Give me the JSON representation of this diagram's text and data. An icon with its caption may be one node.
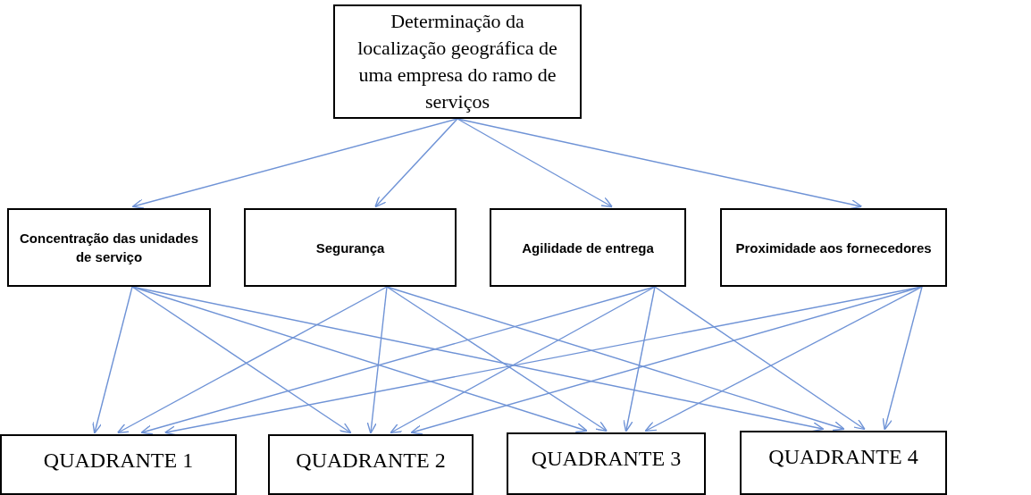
{
  "diagram": {
    "nodes": [
      {
        "text": [
          "Determinação da localização geográfica de uma empresa do ramo de serviços"
        ]
      },
      {
        "text": [
          "Concentração das unidades de serviço"
        ]
      },
      {
        "text": [
          "Segurança"
        ]
      },
      {
        "text": [
          "Agilidade de entrega"
        ]
      },
      {
        "text": [
          "Proximidade aos fornecedores"
        ]
      },
      {
        "text": [
          "QUADRANTE 1"
        ]
      },
      {
        "text": [
          "QUADRANTE 2"
        ]
      },
      {
        "text": [
          "QUADRANTE 3"
        ]
      },
      {
        "text": [
          "QUADRANTE 4"
        ]
      }
    ],
    "edges": [
      {
        "from": 0,
        "to": 1,
        "arrow": "to"
      },
      {
        "from": 0,
        "to": 2,
        "arrow": "to"
      },
      {
        "from": 0,
        "to": 3,
        "arrow": "to"
      },
      {
        "from": 0,
        "to": 4,
        "arrow": "to"
      },
      {
        "from": 1,
        "to": 5,
        "arrow": "to"
      },
      {
        "from": 1,
        "to": 6,
        "arrow": "to"
      },
      {
        "from": 1,
        "to": 7,
        "arrow": "to"
      },
      {
        "from": 1,
        "to": 8,
        "arrow": "to"
      },
      {
        "from": 2,
        "to": 5,
        "arrow": "to"
      },
      {
        "from": 2,
        "to": 6,
        "arrow": "to"
      },
      {
        "from": 2,
        "to": 7,
        "arrow": "to"
      },
      {
        "from": 2,
        "to": 8,
        "arrow": "to"
      },
      {
        "from": 3,
        "to": 5,
        "arrow": "to"
      },
      {
        "from": 3,
        "to": 6,
        "arrow": "to"
      },
      {
        "from": 3,
        "to": 7,
        "arrow": "to"
      },
      {
        "from": 3,
        "to": 8,
        "arrow": "to"
      },
      {
        "from": 4,
        "to": 5,
        "arrow": "to"
      },
      {
        "from": 4,
        "to": 6,
        "arrow": "to"
      },
      {
        "from": 4,
        "to": 7,
        "arrow": "to"
      },
      {
        "from": 4,
        "to": 8,
        "arrow": "to"
      }
    ]
  }
}
